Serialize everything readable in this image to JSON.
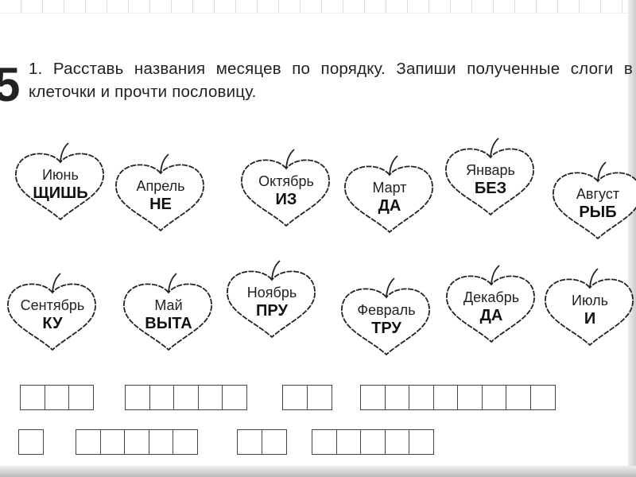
{
  "task_number": "5",
  "task_text": "1. Расставь названия месяцев по порядку. Запиши полученные слоги в клеточки и прочти пословицу.",
  "leaves": [
    {
      "month": "Июнь",
      "syllable": "ЩИШЬ"
    },
    {
      "month": "Апрель",
      "syllable": "НЕ"
    },
    {
      "month": "Октябрь",
      "syllable": "ИЗ"
    },
    {
      "month": "Март",
      "syllable": "ДА"
    },
    {
      "month": "Январь",
      "syllable": "БЕЗ"
    },
    {
      "month": "Август",
      "syllable": "РЫБ"
    },
    {
      "month": "Сентябрь",
      "syllable": "КУ"
    },
    {
      "month": "Май",
      "syllable": "ВЫТА"
    },
    {
      "month": "Ноябрь",
      "syllable": "ПРУ"
    },
    {
      "month": "Февраль",
      "syllable": "ТРУ"
    },
    {
      "month": "Декабрь",
      "syllable": "ДА"
    },
    {
      "month": "Июль",
      "syllable": "И"
    }
  ],
  "answer_rows": [
    [
      3,
      5,
      2,
      8
    ],
    [
      1,
      5,
      2,
      5
    ]
  ]
}
